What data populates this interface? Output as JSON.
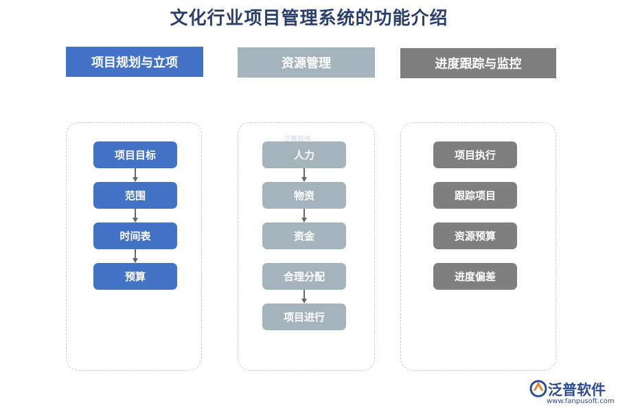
{
  "title": "文化行业项目管理系统的功能介绍",
  "columns": [
    {
      "header": "项目规划与立项",
      "color": "#4472c4",
      "nodes": [
        "项目目标",
        "范围",
        "时间表",
        "预算"
      ]
    },
    {
      "header": "资源管理",
      "color": "#a5b4bc",
      "nodes": [
        "人力",
        "物资",
        "资金",
        "合理分配",
        "项目进行"
      ]
    },
    {
      "header": "进度跟踪与监控",
      "color": "#7f7f7f",
      "nodes": [
        "项目执行",
        "跟踪项目",
        "资源预算",
        "进度偏差"
      ]
    }
  ],
  "watermark": "泛普软件",
  "logo": {
    "name": "泛普软件",
    "url": "www.fanpusoft.com",
    "icon": "fanpu-logo-icon"
  }
}
